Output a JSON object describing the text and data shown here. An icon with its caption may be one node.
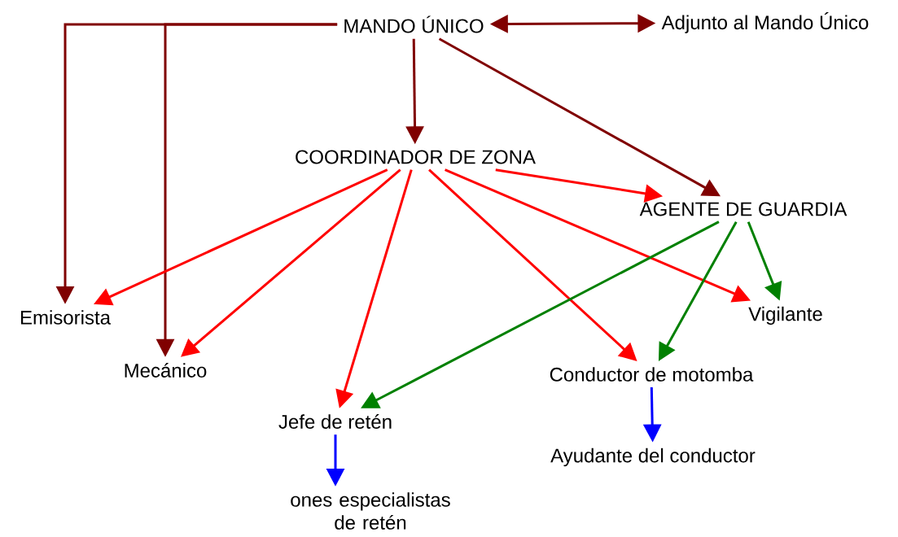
{
  "diagram": {
    "nodes": [
      {
        "text": [
          "MANDO ÚNICO"
        ]
      },
      {
        "text": [
          "Adjunto al Mando Único"
        ]
      },
      {
        "text": [
          "COORDINADOR DE ZONA"
        ]
      },
      {
        "text": [
          "AGENTE DE GUARDIA"
        ]
      },
      {
        "text": [
          "Emisorista"
        ]
      },
      {
        "text": [
          "Mecánico"
        ]
      },
      {
        "text": [
          "Jefe de retén"
        ]
      },
      {
        "text": [
          "Conductor de motomba"
        ]
      },
      {
        "text": [
          "Vigilante"
        ]
      },
      {
        "text": [
          "Ayudante del conductor"
        ]
      },
      {
        "text": [
          "ones especialistas de retén"
        ]
      }
    ],
    "edges": [
      {
        "from": 0,
        "to": 1,
        "arrow": "both",
        "color": "#800000"
      },
      {
        "from": 0,
        "to": 4,
        "arrow": "to",
        "color": "#800000"
      },
      {
        "from": 0,
        "to": 5,
        "arrow": "to",
        "color": "#800000"
      },
      {
        "from": 0,
        "to": 2,
        "arrow": "to",
        "color": "#800000"
      },
      {
        "from": 0,
        "to": 3,
        "arrow": "to",
        "color": "#800000"
      },
      {
        "from": 2,
        "to": 3,
        "arrow": "to"
      },
      {
        "from": 2,
        "to": 4,
        "arrow": "to"
      },
      {
        "from": 2,
        "to": 5,
        "arrow": "to"
      },
      {
        "from": 2,
        "to": 6,
        "arrow": "to"
      },
      {
        "from": 2,
        "to": 7,
        "arrow": "to"
      },
      {
        "from": 2,
        "to": 8,
        "arrow": "to"
      },
      {
        "from": 3,
        "to": 6,
        "arrow": "to",
        "color": "#008000"
      },
      {
        "from": 3,
        "to": 7,
        "arrow": "to",
        "color": "#008000"
      },
      {
        "from": 3,
        "to": 8,
        "arrow": "to",
        "color": "#008000"
      },
      {
        "from": 7,
        "to": 9,
        "arrow": "to",
        "color": "#0000ff"
      },
      {
        "from": 6,
        "to": 10,
        "arrow": "to",
        "color": "#0000ff"
      }
    ]
  }
}
